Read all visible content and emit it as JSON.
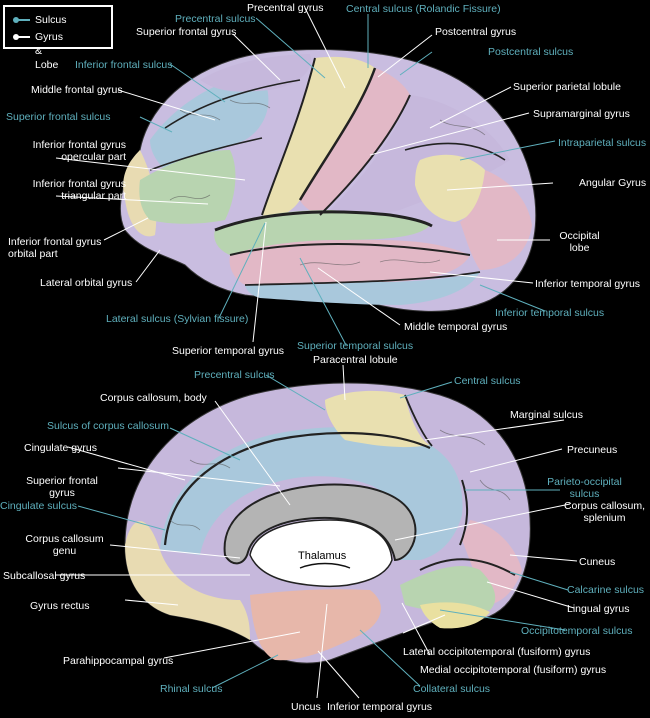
{
  "legend": {
    "sulcus_label": "Sulcus",
    "gyrus_label": "Gyrus & Lobe",
    "sulcus_color": "#5fb0bd",
    "gyrus_color": "#ffffff"
  },
  "lateral": {
    "precentral_gyrus": "Precentral gyrus",
    "central_sulcus": "Central sulcus (Rolandic Fissure)",
    "precentral_sulcus": "Precentral sulcus",
    "superior_frontal_gyrus": "Superior frontal gyrus",
    "postcentral_gyrus": "Postcentral gyrus",
    "postcentral_sulcus": "Postcentral sulcus",
    "inferior_frontal_sulcus": "Inferior frontal sulcus",
    "middle_frontal_gyrus": "Middle frontal gyrus",
    "superior_parietal_lobule": "Superior parietal lobule",
    "superior_frontal_sulcus": "Superior frontal sulcus",
    "supramarginal_gyrus": "Supramarginal gyrus",
    "ifg_opercular_1": "Inferior frontal gyrus",
    "ifg_opercular_2": "opercular part",
    "intraparietal_sulcus": "Intraparietal sulcus",
    "ifg_triangular_1": "Inferior frontal gyrus",
    "ifg_triangular_2": "triangular part",
    "angular_gyrus": "Angular Gyrus",
    "ifg_orbital_1": "Inferior frontal gyrus",
    "ifg_orbital_2": "orbital part",
    "occipital_lobe_1": "Occipital",
    "occipital_lobe_2": "lobe",
    "lateral_orbital_gyrus": "Lateral orbital gyrus",
    "inferior_temporal_gyrus": "Inferior temporal gyrus",
    "inferior_temporal_sulcus": "Inferior temporal sulcus",
    "lateral_sulcus": "Lateral sulcus (Sylvian fissure)",
    "middle_temporal_gyrus": "Middle temporal gyrus",
    "superior_temporal_gyrus": "Superior temporal gyrus",
    "superior_temporal_sulcus": "Superior temporal sulcus"
  },
  "medial": {
    "paracentral_lobule": "Paracentral lobule",
    "precentral_sulcus": "Precentral sulcus",
    "central_sulcus": "Central sulcus",
    "corpus_callosum_body": "Corpus callosum, body",
    "marginal_sulcus": "Marginal sulcus",
    "sulcus_corpus_callosum": "Sulcus of corpus callosum",
    "cingulate_gyrus": "Cingulate gyrus",
    "precuneus": "Precuneus",
    "superior_frontal_gyrus_1": "Superior frontal",
    "superior_frontal_gyrus_2": "gyrus",
    "parieto_occipital_1": "Parieto-occipital",
    "parieto_occipital_2": "sulcus",
    "cingulate_sulcus": "Cingulate sulcus",
    "cc_splenium_1": "Corpus callosum,",
    "cc_splenium_2": "splenium",
    "cc_genu_1": "Corpus callosum",
    "cc_genu_2": "genu",
    "thalamus": "Thalamus",
    "cuneus": "Cuneus",
    "subcallosal_gyrus": "Subcallosal gyrus",
    "calcarine_sulcus": "Calcarine sulcus",
    "gyrus_rectus": "Gyrus rectus",
    "lingual_gyrus": "Lingual gyrus",
    "occipitotemporal_sulcus": "Occipitotemporal sulcus",
    "lateral_fusiform": "Lateral occipitotemporal (fusiform) gyrus",
    "parahippocampal_gyrus": "Parahippocampal gyrus",
    "medial_fusiform": "Medial occipitotemporal (fusiform) gyrus",
    "rhinal_sulcus": "Rhinal sulcus",
    "collateral_sulcus": "Collateral sulcus",
    "uncus": "Uncus",
    "inferior_temporal_gyrus": "Inferior temporal gyrus"
  },
  "colors": {
    "purple": "#c6b8dc",
    "blue": "#a9c8dc",
    "yellow": "#e9e0b0",
    "green": "#b8d4b0",
    "pink": "#e2b8c6",
    "peach": "#e8c6a8",
    "gray": "#b4b4b4"
  }
}
